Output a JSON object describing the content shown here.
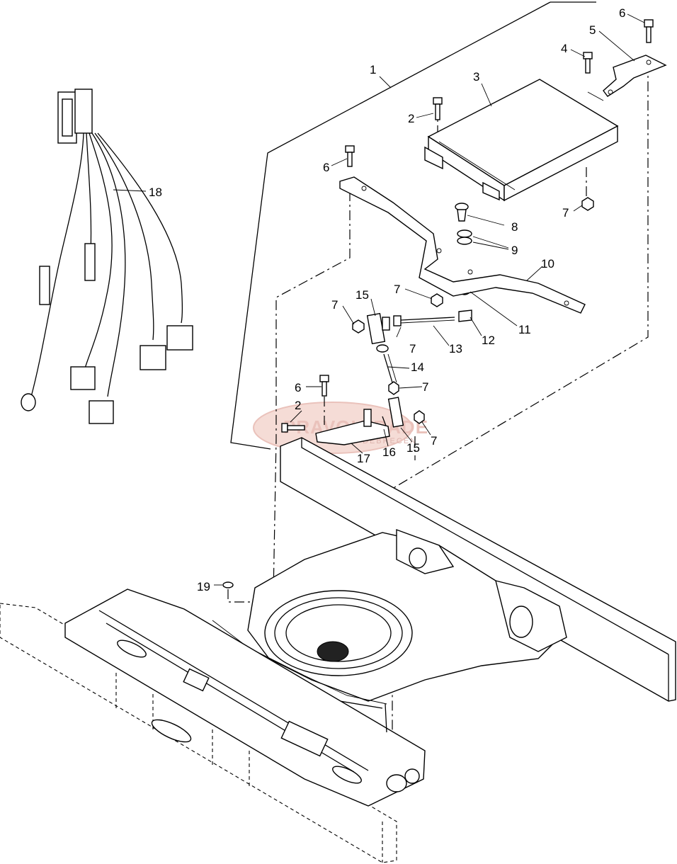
{
  "callouts": [
    {
      "id": "c1",
      "text": "1"
    },
    {
      "id": "c2a",
      "text": "2"
    },
    {
      "id": "c2b",
      "text": "2"
    },
    {
      "id": "c3",
      "text": "3"
    },
    {
      "id": "c4",
      "text": "4"
    },
    {
      "id": "c5",
      "text": "5"
    },
    {
      "id": "c6a",
      "text": "6"
    },
    {
      "id": "c6b",
      "text": "6"
    },
    {
      "id": "c6c",
      "text": "6"
    },
    {
      "id": "c7a",
      "text": "7"
    },
    {
      "id": "c7b",
      "text": "7"
    },
    {
      "id": "c7c",
      "text": "7"
    },
    {
      "id": "c7d",
      "text": "7"
    },
    {
      "id": "c7e",
      "text": "7"
    },
    {
      "id": "c7f",
      "text": "7"
    },
    {
      "id": "c8",
      "text": "8"
    },
    {
      "id": "c9",
      "text": "9"
    },
    {
      "id": "c10",
      "text": "10"
    },
    {
      "id": "c11",
      "text": "11"
    },
    {
      "id": "c12",
      "text": "12"
    },
    {
      "id": "c13",
      "text": "13"
    },
    {
      "id": "c14",
      "text": "14"
    },
    {
      "id": "c15a",
      "text": "15"
    },
    {
      "id": "c15b",
      "text": "15"
    },
    {
      "id": "c16",
      "text": "16"
    },
    {
      "id": "c17",
      "text": "17"
    },
    {
      "id": "c18",
      "text": "18"
    },
    {
      "id": "c19",
      "text": "19"
    }
  ],
  "watermark": {
    "brand": "PRAVOLTRADE",
    "city": "DEBRECEN",
    "color": "#e7b8b0"
  },
  "colors": {
    "ink": "#000000",
    "paper": "#ffffff"
  }
}
